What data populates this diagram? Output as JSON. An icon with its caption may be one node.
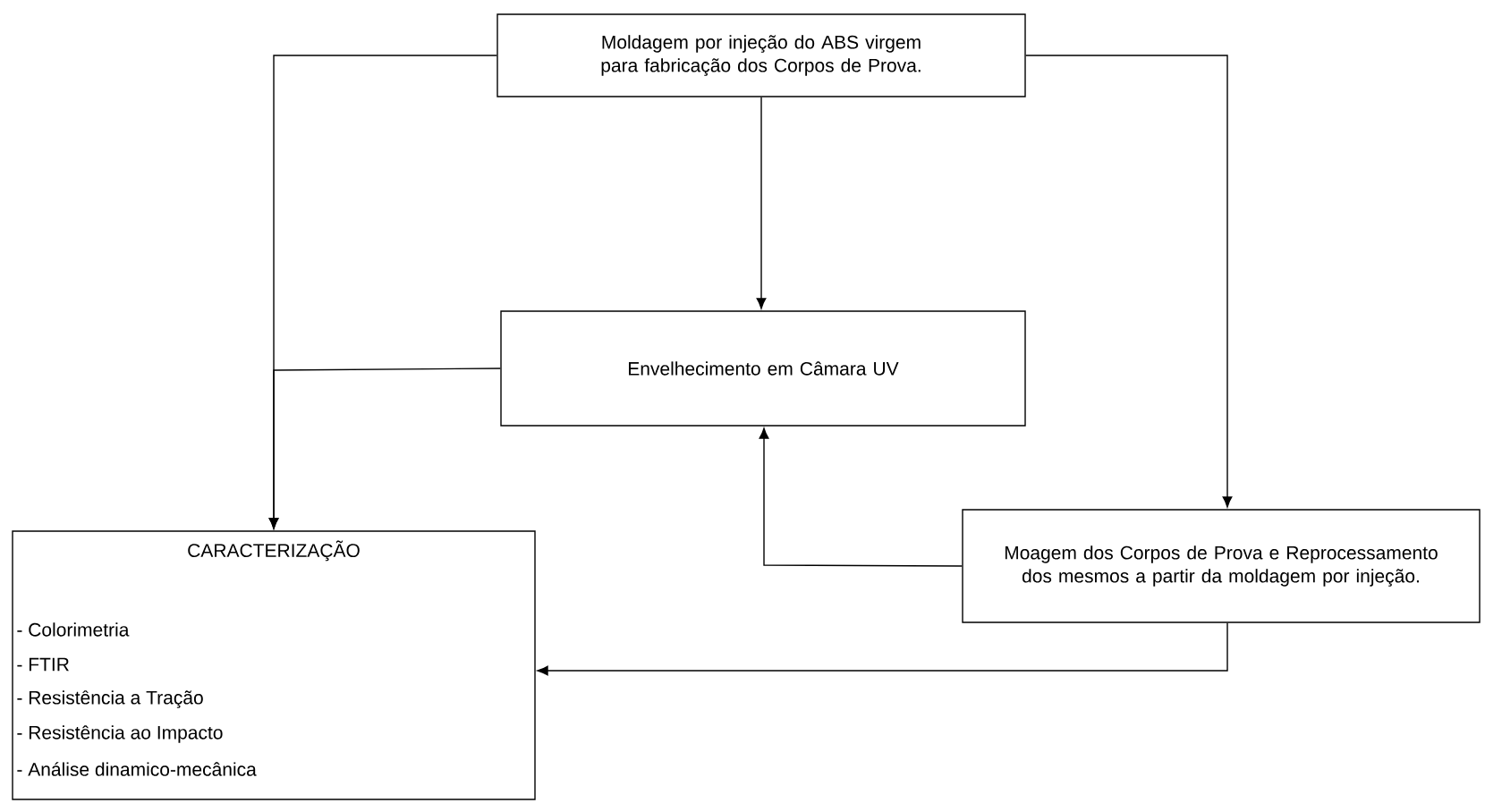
{
  "diagram": {
    "nodes": [
      {
        "text": [
          "Moldagem por injeção do ABS virgem para fabricação dos Corpos de Prova."
        ]
      },
      {
        "text": [
          "Envelhecimento em Câmara UV"
        ]
      },
      {
        "text": [
          "CARACTERIZAÇÃO",
          "- Colorimetria",
          "- FTIR",
          "- Resistência a Tração",
          "- Resistência ao Impacto",
          "- Análise dinamico-mecânica"
        ]
      },
      {
        "text": [
          "Moagem dos Corpos de Prova e Reprocessamento dos mesmos a partir da moldagem por injeção."
        ]
      }
    ],
    "edges": [
      {
        "from": 0,
        "to": 1,
        "arrow": "to"
      },
      {
        "from": 0,
        "to": 2,
        "arrow": "to"
      },
      {
        "from": 1,
        "to": 2,
        "arrow": "to"
      },
      {
        "from": 0,
        "to": 3,
        "arrow": "to"
      },
      {
        "from": 3,
        "to": 1,
        "arrow": "to"
      },
      {
        "from": 3,
        "to": 2,
        "arrow": "to"
      }
    ]
  }
}
